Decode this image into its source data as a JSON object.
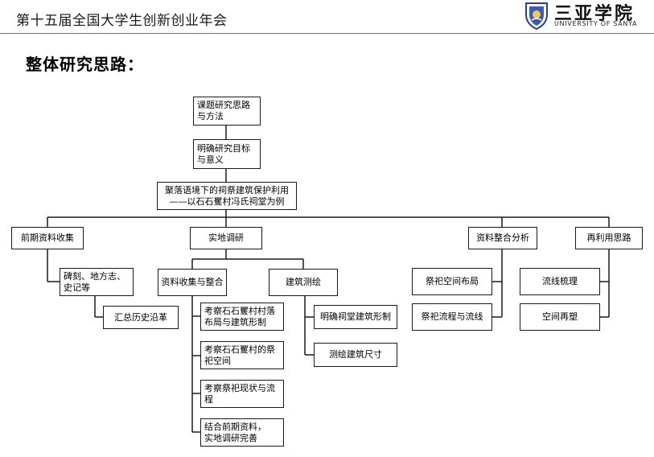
{
  "header": {
    "title": "第十五届全国大学生创新创业年会",
    "logo_cn": "三亚学院",
    "logo_en": "UNIVERSITY OF SANYA"
  },
  "section_title": "整体研究思路：",
  "diagram": {
    "n1": "课题研究思路\n与方法",
    "n2": "明确研究目标\n与意义",
    "n3": "聚落语境下的祠祭建筑保护利用\n——以石石矍村冯氏祠堂为例",
    "b1": "前期资料收集",
    "b2": "实地调研",
    "b3": "资料整合分析",
    "b4": "再利用思路",
    "b1a": "碑刻、地方志、\n史记等",
    "b1b": "汇总历史沿革",
    "b2a": "资料收集与整合",
    "b2b": "建筑测绘",
    "b2a1": "考察石石矍村村落\n布局与建筑形制",
    "b2a2": "考察石石矍村的祭\n祀空间",
    "b2a3": "考察祭祀现状与流\n程",
    "b2a4": "结合前期资料，\n实地调研完善",
    "b2b1": "明确祠堂建筑形制",
    "b2b2": "测绘建筑尺寸",
    "b3a": "祭祀空间布局",
    "b3b": "祭祀流程与流线",
    "b4a": "流线梳理",
    "b4b": "空间再塑"
  }
}
